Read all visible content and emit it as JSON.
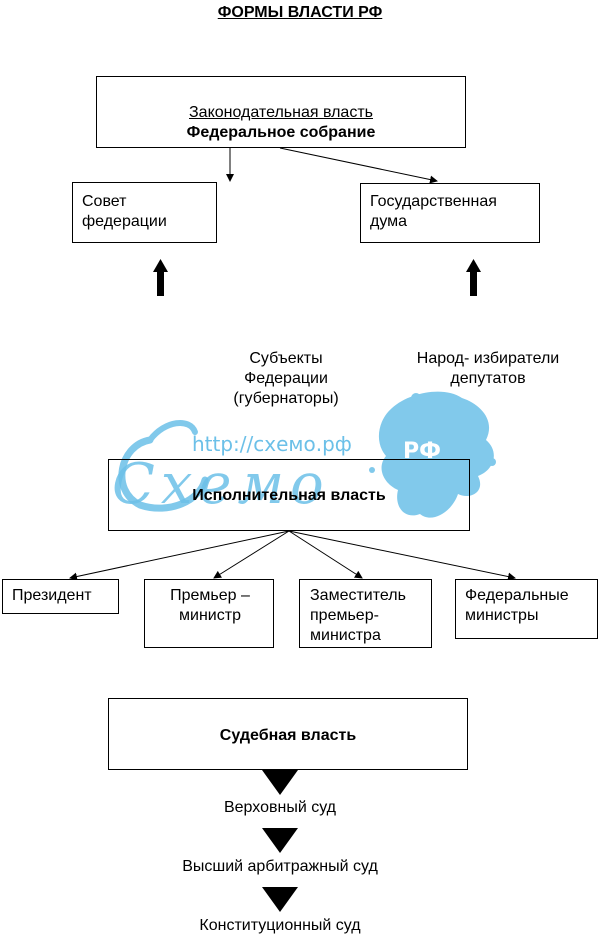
{
  "title": "ФОРМЫ ВЛАСТИ РФ",
  "legislative": {
    "label": "Законодательная власть",
    "body": "Федеральное собрание",
    "council": "Совет федерации",
    "duma": "Государственная дума"
  },
  "sources": {
    "subjects": "Субъекты Федерации (губернаторы)",
    "people": "Народ- избиратели депутатов"
  },
  "executive": {
    "label": "Исполнительная власть",
    "members": [
      "Президент",
      "Премьер – министр",
      "Заместитель премьер-министра",
      "Федеральные министры"
    ]
  },
  "judicial": {
    "label": "Судебная власть",
    "courts": [
      "Верховный суд",
      "Высший арбитражный суд",
      "Конституционный суд"
    ]
  },
  "watermark": {
    "url": "http://схемо.рф",
    "word": "Схемо",
    "badge": "РФ",
    "color": "#6cc0e8"
  }
}
